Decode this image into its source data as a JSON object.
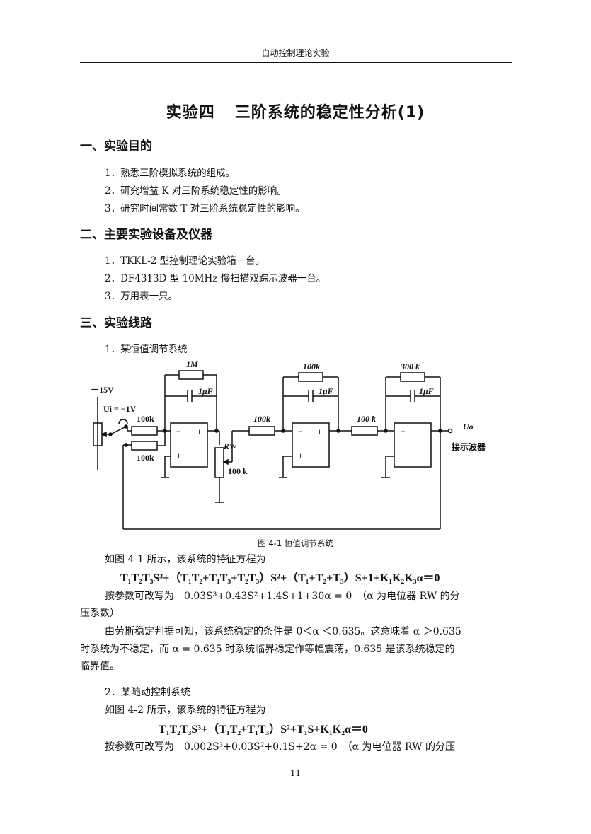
{
  "header": {
    "title": "自动控制理论实验"
  },
  "title": {
    "part1": "实验四",
    "part2": "三阶系统的稳定性分析(1)"
  },
  "sections": [
    {
      "heading": "一、实验目的",
      "items": [
        "1．熟悉三阶模拟系统的组成。",
        "2．研究增益 K 对三阶系统稳定性的影响。",
        "3．研究时间常数 T 对三阶系统稳定性的影响。"
      ]
    },
    {
      "heading": "二、主要实验设备及仪器",
      "items": [
        "1．TKKL-2 型控制理论实验箱一台。",
        "2．DF4313D 型 10MHz 慢扫描双踪示波器一台。",
        "3．万用表一只。"
      ]
    },
    {
      "heading": "三、实验线路",
      "items": [
        "1．某恒值调节系统"
      ]
    }
  ],
  "circuit": {
    "supply": "－15V",
    "input": "Ui = −1V",
    "stage1": {
      "feedback_r": "1M",
      "feedback_c": "1μF",
      "in_r1": "100k",
      "in_r2": "100k"
    },
    "pot": {
      "name": "RW",
      "value": "100 k"
    },
    "stage2": {
      "feedback_r": "100k",
      "feedback_c": "1μF",
      "in_r": "100k"
    },
    "stage3": {
      "feedback_r": "300 k",
      "feedback_c": "1μF",
      "in_r": "100 k"
    },
    "output": "Uo",
    "output_note": "接示波器",
    "opamp_minus": "−",
    "opamp_plus": "+"
  },
  "figure_caption": "图 4-1 恒值调节系统",
  "body": {
    "p1": "如图 4-1 所示，该系统的特征方程为",
    "eq1": "T₁T₂T₃S³+（T₁T₂+T₁T₃+T₂T₃）S²+（T₁+T₂+T₃）S+1+K₁K₂K₃α＝0",
    "p2a": "按参数可改写为　0.03S³+0.43S²+1.4S+1+30α = 0　（α 为电位器 RW 的分",
    "p2b": "压系数）",
    "p3a": "由劳斯稳定判据可知，该系统稳定的条件是 0＜α ＜0.635。这意味着 α ＞0.635",
    "p3b": "时系统为不稳定，而 α = 0.635 时系统临界稳定作等幅震荡，0.635 是该系统稳定的",
    "p3c": "临界值。",
    "item2": "2．某随动控制系统",
    "p4": "如图 4-2 所示，该系统的特征方程为",
    "eq2": "T₁T₂T₃S³+（T₁T₂+T₁T₃）S²+T₁S+K₁K₂α＝0",
    "p5": "按参数可改写为　0.002S³+0.03S²+0.1S+2α = 0　（α 为电位器 RW 的分压"
  },
  "page_number": "11"
}
